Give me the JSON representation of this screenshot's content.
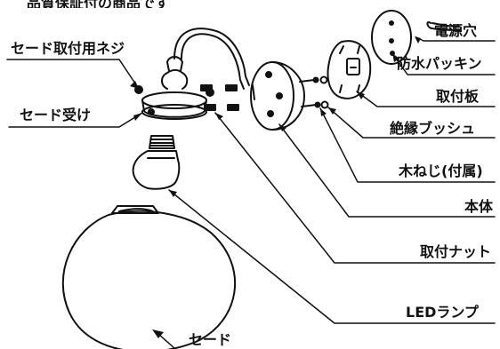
{
  "header_fragment": "品質保証付の商品です",
  "labels": {
    "shade_screw": "セード取付用ネジ",
    "shade_holder": "セード受け",
    "power_hole": "電源穴",
    "waterproof_packing": "防水パッキン",
    "mounting_plate": "取付板",
    "insulating_bush": "絶縁ブッシュ",
    "wood_screw": "木ねじ(付属)",
    "body": "本体",
    "mounting_nut": "取付ナット",
    "led_lamp": "LEDランプ",
    "shade": "セード"
  }
}
